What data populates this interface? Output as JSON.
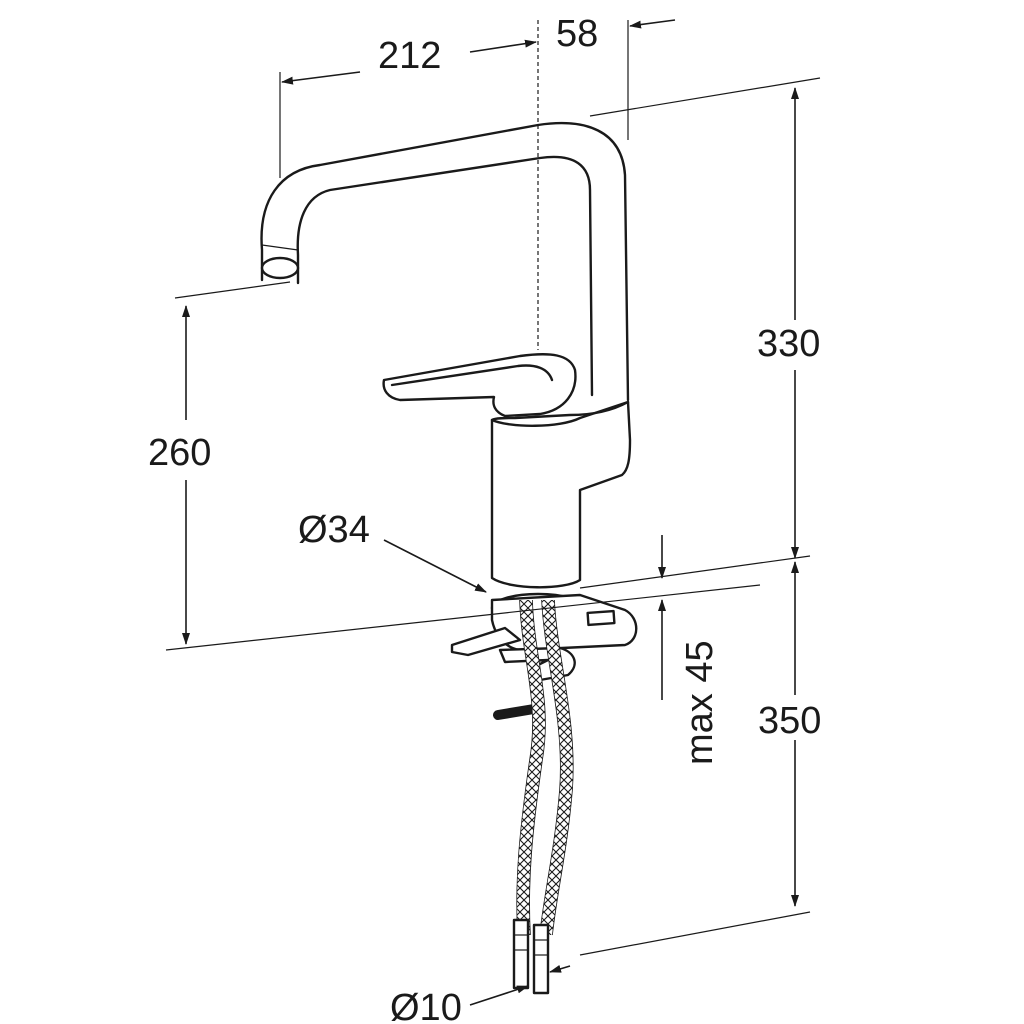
{
  "diagram": {
    "dimensions": {
      "reach": "212",
      "offset": "58",
      "spout_height": "330",
      "outlet_height": "260",
      "hole_diameter": "Ø34",
      "max_thickness": "max 45",
      "hose_length": "350",
      "hose_diameter": "Ø10"
    },
    "colors": {
      "line": "#1a1a1a",
      "background": "#ffffff"
    }
  }
}
